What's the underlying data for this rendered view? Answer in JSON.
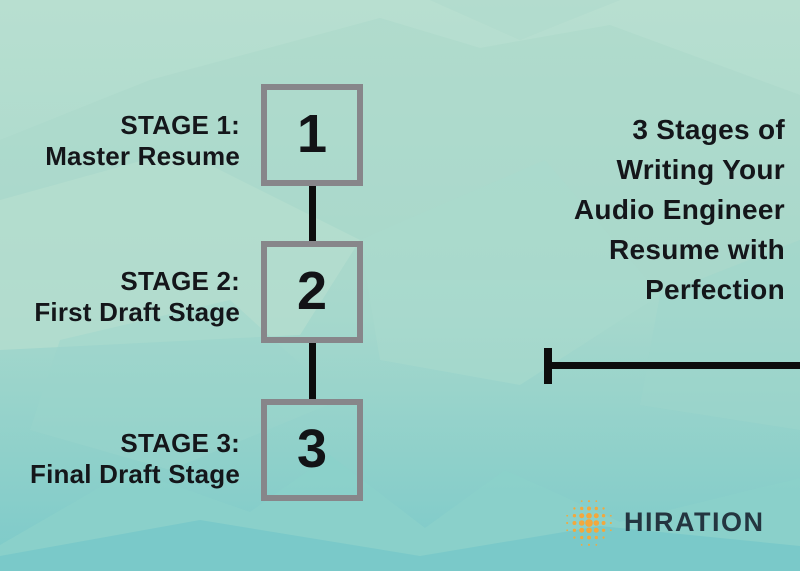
{
  "title": "3 Stages of\nWriting Your\nAudio Engineer\nResume with\nPerfection",
  "stages": [
    {
      "number": "1",
      "label": "STAGE 1:\nMaster Resume"
    },
    {
      "number": "2",
      "label": "STAGE 2:\nFirst Draft Stage"
    },
    {
      "number": "3",
      "label": "STAGE 3:\nFinal Draft Stage"
    }
  ],
  "branding": {
    "wordmark": "HIRATION",
    "icon": "halftone-dot-burst-icon",
    "icon_color": "#f3a83c",
    "wordmark_color": "#243540"
  },
  "colors": {
    "background_top": "#b7dfd0",
    "background_mid": "#a6d8cc",
    "background_bottom": "#7ccac9",
    "box_border": "#87868a",
    "connector_black": "#0d0d0d",
    "text_black": "#14161a"
  }
}
